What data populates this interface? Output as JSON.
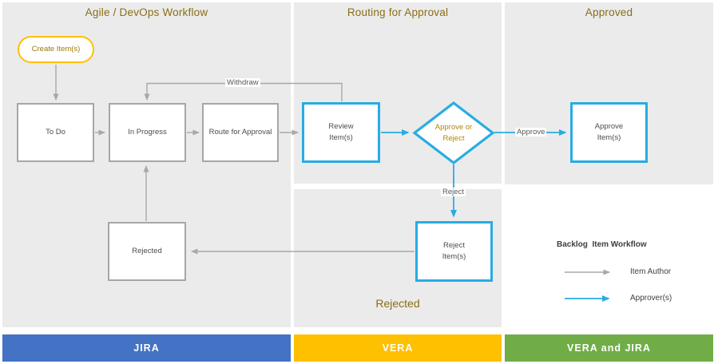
{
  "diagram": {
    "lanes": [
      {
        "title": "Agile / DevOps Workflow",
        "bar_label": "JIRA",
        "bar_color": "#4472c4"
      },
      {
        "title": "Routing for Approval",
        "bar_label": "VERA",
        "bar_color": "#ffc000"
      },
      {
        "title": "Approved",
        "bar_label": "VERA and JIRA",
        "bar_color": "#70ad47"
      }
    ],
    "rejected_section_title": "Rejected",
    "nodes": {
      "create_items": {
        "label": "Create Item(s)",
        "shape": "rounded-pill",
        "border_color": "#ffc000"
      },
      "to_do": {
        "label": "To Do",
        "shape": "rect",
        "border_color": "#a6a6a6"
      },
      "in_progress": {
        "label": "In Progress",
        "shape": "rect",
        "border_color": "#a6a6a6"
      },
      "route_for_approval": {
        "label": "Route for Approval",
        "shape": "rect",
        "border_color": "#a6a6a6"
      },
      "review_items": {
        "label": "Review Item(s)",
        "shape": "rect",
        "border_color": "#28ace2"
      },
      "approve_or_reject": {
        "label": "Approve or Reject",
        "shape": "diamond",
        "border_color": "#28ace2"
      },
      "approve_items": {
        "label": "Approve Item(s)",
        "shape": "rect",
        "border_color": "#28ace2"
      },
      "reject_items": {
        "label": "Reject Item(s)",
        "shape": "rect",
        "border_color": "#28ace2"
      },
      "rejected": {
        "label": "Rejected",
        "shape": "rect",
        "border_color": "#a6a6a6"
      }
    },
    "edge_labels": {
      "withdraw": "Withdraw",
      "approve": "Approve",
      "reject": "Reject"
    },
    "legend": {
      "title": "Backlog  Item Workflow",
      "items": [
        {
          "label": "Item Author",
          "color": "#a8a8a8"
        },
        {
          "label": "Approver(s)",
          "color": "#28ace2"
        }
      ]
    },
    "colors": {
      "lane_background": "#ebebeb",
      "gold_accent": "#ffc000",
      "gold_text": "#8a6d15",
      "blue_accent": "#28ace2",
      "gray_connector": "#a8a8a8"
    }
  }
}
